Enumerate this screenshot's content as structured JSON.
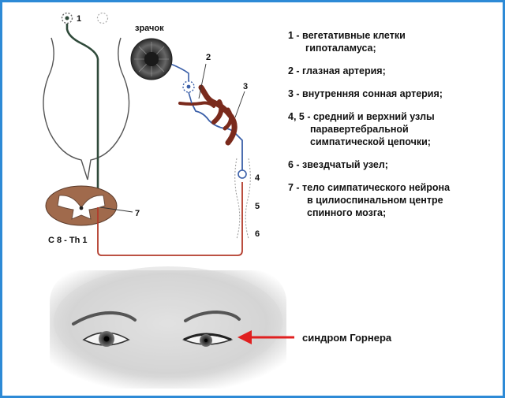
{
  "diagram": {
    "labels": {
      "n1": "1",
      "pupil": "зрачок",
      "n2": "2",
      "n3": "3",
      "n4": "4",
      "n5": "5",
      "n6": "6",
      "n7": "7",
      "segment": "C 8 - Th 1"
    }
  },
  "legend": [
    {
      "key": "1",
      "line1": "1 - вегетативные клетки",
      "line2": "гипоталамуса;"
    },
    {
      "key": "2",
      "line1": "2 - глазная артерия;"
    },
    {
      "key": "3",
      "line1": "3 - внутренняя сонная артерия;"
    },
    {
      "key": "4-5",
      "line1": "4, 5 - средний и верхний узлы",
      "line2": "паравертебральной",
      "line3": "симпатической цепочки;"
    },
    {
      "key": "6",
      "line1": "6 - звездчатый узел;"
    },
    {
      "key": "7",
      "line1": "7 - тело симпатического нейрона",
      "line2": "в цилиоспинальном центре",
      "line3": "спинного мозга;"
    }
  ],
  "horner_label": "синдром Горнера",
  "colors": {
    "frame": "#2d8ad6",
    "pathway_green": "#2f4a3a",
    "pathway_red": "#b23a2a",
    "pathway_blue": "#3a5fa8",
    "artery": "#7a2a1c",
    "arrow": "#e02020"
  },
  "icons": [
    "pupil-icon",
    "neuron-icon",
    "spinal-cord-icon",
    "eye-icon",
    "arrow-icon"
  ]
}
